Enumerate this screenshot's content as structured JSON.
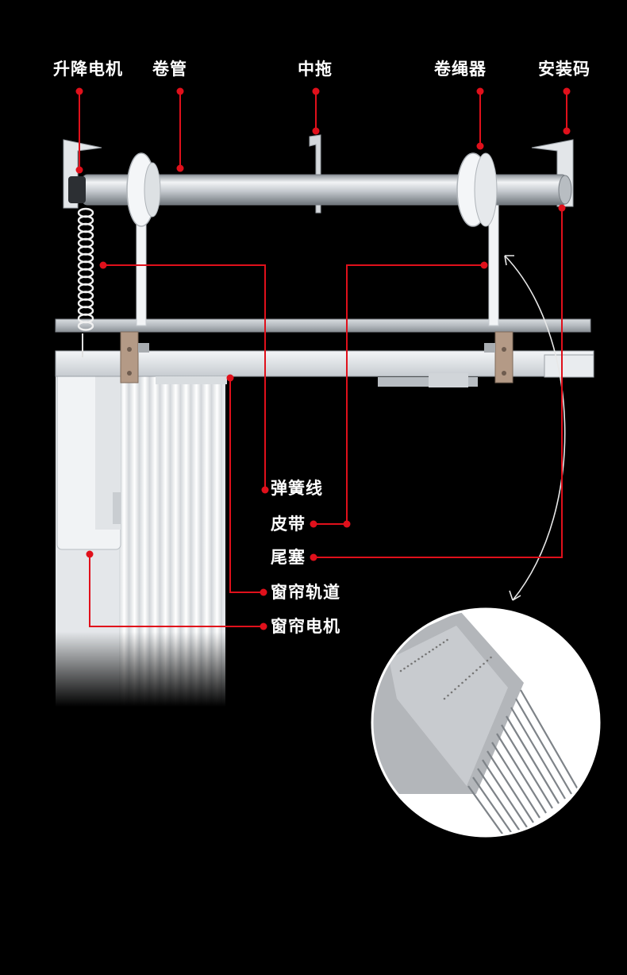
{
  "colors": {
    "background": "#000000",
    "leader_line": "#e0101b",
    "label_text": "#ffffff",
    "metal": "#c9cdd1",
    "fabric": "#eef0f2"
  },
  "labels_top": [
    {
      "id": "lift-motor",
      "text": "升降电机"
    },
    {
      "id": "roller-tube",
      "text": "卷管"
    },
    {
      "id": "center-hanger",
      "text": "中拖"
    },
    {
      "id": "cord-reel",
      "text": "卷绳器"
    },
    {
      "id": "mounting-bracket",
      "text": "安装码"
    }
  ],
  "labels_side": [
    {
      "id": "spring-cable",
      "text": "弹簧线"
    },
    {
      "id": "belt",
      "text": "皮带"
    },
    {
      "id": "end-plug",
      "text": "尾塞"
    },
    {
      "id": "curtain-track",
      "text": "窗帘轨道"
    },
    {
      "id": "curtain-motor",
      "text": "窗帘电机"
    }
  ]
}
